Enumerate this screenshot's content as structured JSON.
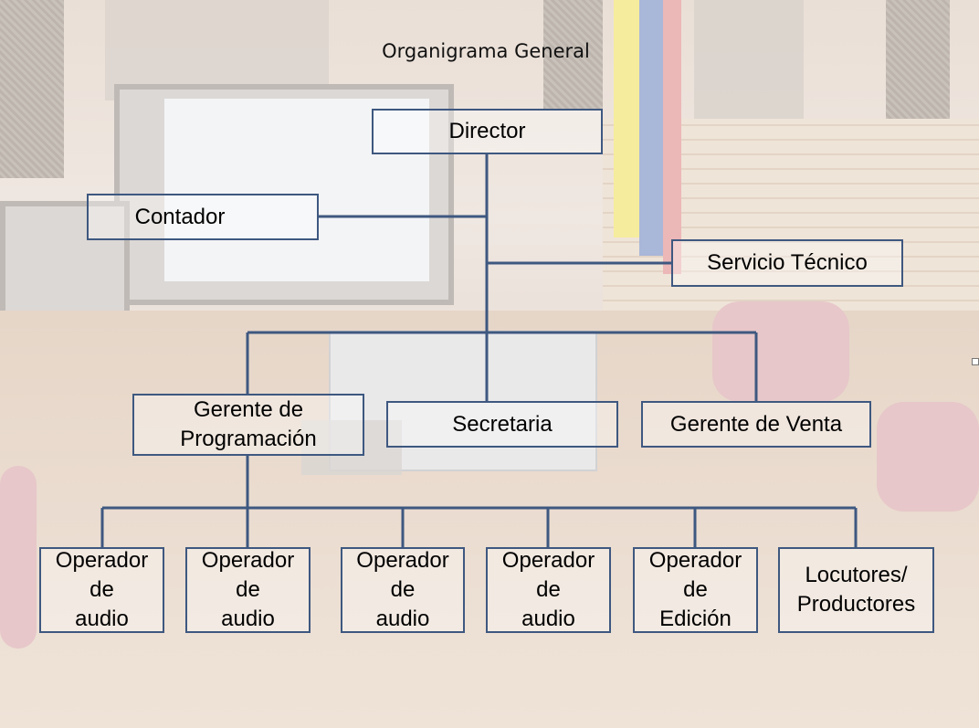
{
  "title": "Organigrama General",
  "nodes": {
    "director": "Director",
    "contador": "Contador",
    "servicio_tecnico": "Servicio Técnico",
    "gerente_programacion": "Gerente de\nProgramación",
    "secretaria": "Secretaria",
    "gerente_venta": "Gerente de Venta",
    "operador_audio_1": "Operador\nde\naudio",
    "operador_audio_2": "Operador\nde\naudio",
    "operador_audio_3": "Operador\nde\naudio",
    "operador_audio_4": "Operador\nde\naudio",
    "operador_edicion": "Operador\nde\nEdición",
    "locutores": "Locutores/\nProductores"
  },
  "colors": {
    "line": "#3e5880",
    "border": "#3e5880",
    "text": "#000000"
  }
}
